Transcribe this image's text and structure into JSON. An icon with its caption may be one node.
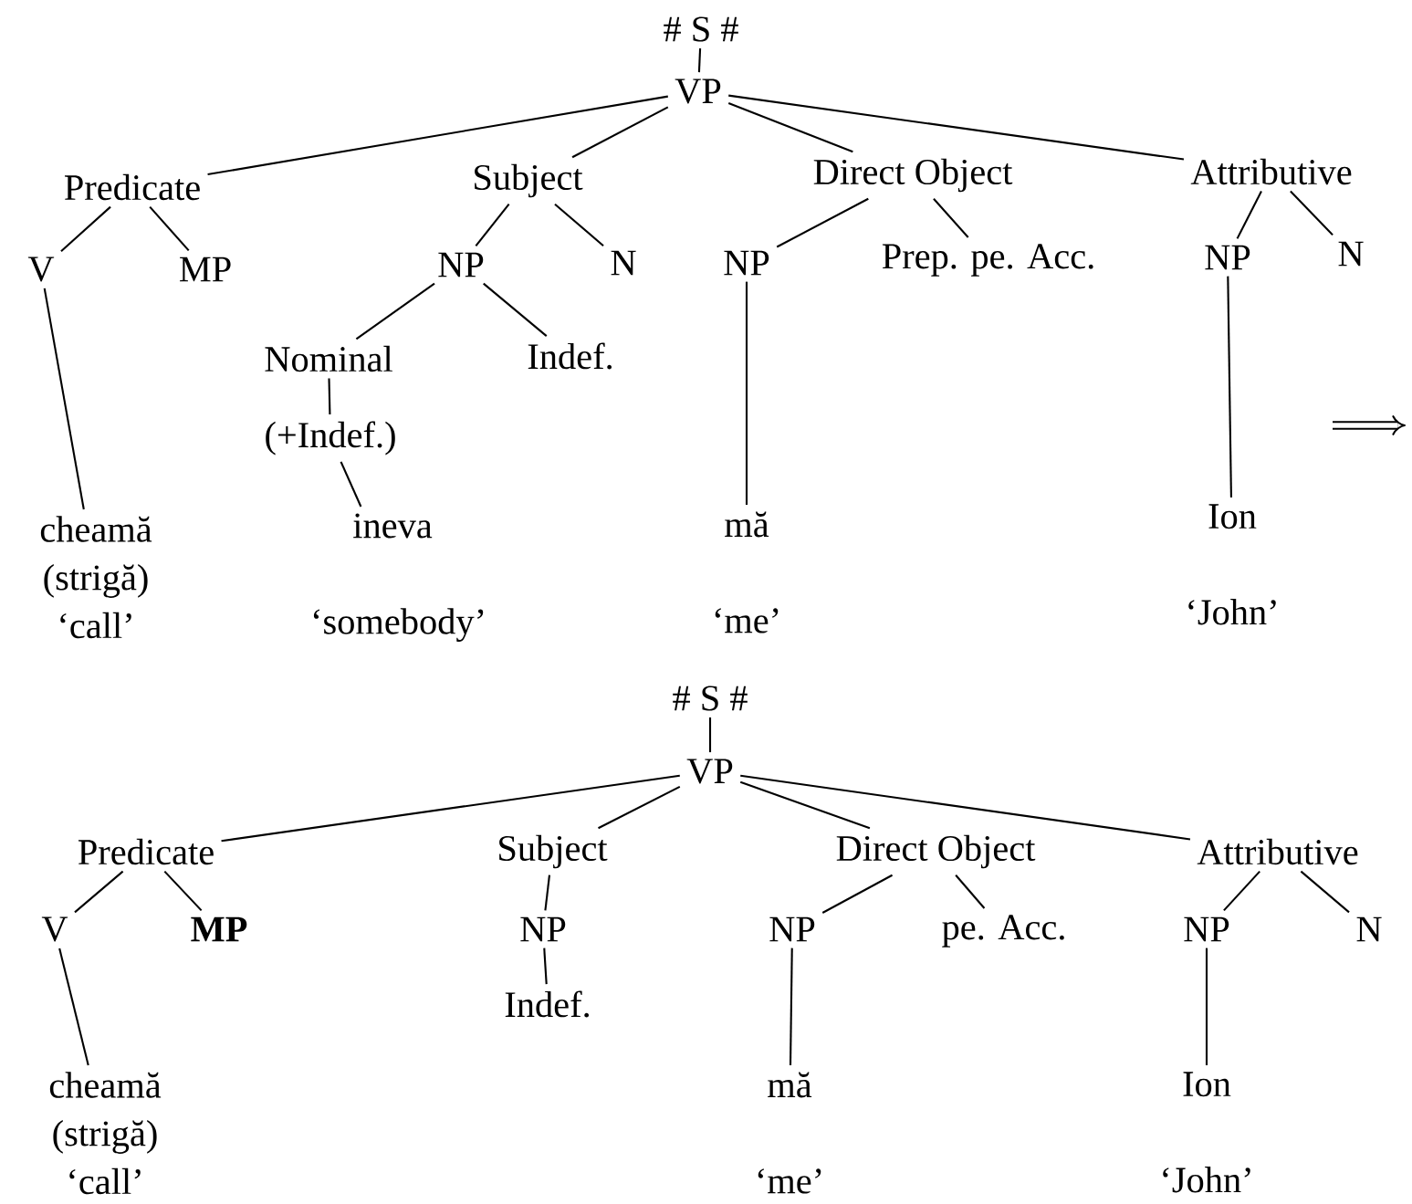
{
  "diagram": {
    "nodes": [
      {
        "text": [
          "# S #"
        ]
      },
      {
        "text": [
          "VP"
        ]
      },
      {
        "text": [
          "Predicate"
        ]
      },
      {
        "text": [
          "Subject"
        ]
      },
      {
        "text": [
          "Direct Object"
        ]
      },
      {
        "text": [
          "Attributive"
        ]
      },
      {
        "text": [
          "V"
        ]
      },
      {
        "text": [
          "MP"
        ]
      },
      {
        "text": [
          "NP"
        ]
      },
      {
        "text": [
          "N"
        ]
      },
      {
        "text": [
          "NP"
        ]
      },
      {
        "text": [
          "Prep. pe. Acc."
        ]
      },
      {
        "text": [
          "NP"
        ]
      },
      {
        "text": [
          "N"
        ]
      },
      {
        "text": [
          "Nominal"
        ]
      },
      {
        "text": [
          "Indef."
        ]
      },
      {
        "text": [
          "(+Indef.)"
        ]
      },
      {
        "text": [
          "cheamă (strigă)",
          "‘call’"
        ]
      },
      {
        "text": [
          "ineva",
          "‘somebody’"
        ]
      },
      {
        "text": [
          "mă",
          "‘me’"
        ]
      },
      {
        "text": [
          "Ion",
          "‘John’"
        ]
      },
      {
        "text": [
          "# S #"
        ]
      },
      {
        "text": [
          "VP"
        ]
      },
      {
        "text": [
          "Predicate"
        ]
      },
      {
        "text": [
          "Subject"
        ]
      },
      {
        "text": [
          "Direct Object"
        ]
      },
      {
        "text": [
          "Attributive"
        ]
      },
      {
        "text": [
          "V"
        ]
      },
      {
        "text": [
          "MP"
        ]
      },
      {
        "text": [
          "NP"
        ]
      },
      {
        "text": [
          "NP"
        ]
      },
      {
        "text": [
          "pe. Acc."
        ]
      },
      {
        "text": [
          "NP"
        ]
      },
      {
        "text": [
          "N"
        ]
      },
      {
        "text": [
          "Indef."
        ]
      },
      {
        "text": [
          "cheamă (strigă)",
          "‘call’"
        ]
      },
      {
        "text": [
          "mă",
          "‘me’"
        ]
      },
      {
        "text": [
          "Ion",
          "‘John’"
        ]
      }
    ],
    "edges": [
      {
        "from": 0,
        "to": 1,
        "arrow": "none"
      },
      {
        "from": 1,
        "to": 2,
        "arrow": "none"
      },
      {
        "from": 1,
        "to": 3,
        "arrow": "none"
      },
      {
        "from": 1,
        "to": 4,
        "arrow": "none"
      },
      {
        "from": 1,
        "to": 5,
        "arrow": "none"
      },
      {
        "from": 2,
        "to": 6,
        "arrow": "none"
      },
      {
        "from": 2,
        "to": 7,
        "arrow": "none"
      },
      {
        "from": 3,
        "to": 8,
        "arrow": "none"
      },
      {
        "from": 3,
        "to": 9,
        "arrow": "none"
      },
      {
        "from": 4,
        "to": 10,
        "arrow": "none"
      },
      {
        "from": 4,
        "to": 11,
        "arrow": "none"
      },
      {
        "from": 5,
        "to": 12,
        "arrow": "none"
      },
      {
        "from": 5,
        "to": 13,
        "arrow": "none"
      },
      {
        "from": 8,
        "to": 14,
        "arrow": "none"
      },
      {
        "from": 8,
        "to": 15,
        "arrow": "none"
      },
      {
        "from": 14,
        "to": 16,
        "arrow": "none"
      },
      {
        "from": 16,
        "to": 18,
        "arrow": "none"
      },
      {
        "from": 6,
        "to": 17,
        "arrow": "none"
      },
      {
        "from": 10,
        "to": 19,
        "arrow": "none"
      },
      {
        "from": 12,
        "to": 20,
        "arrow": "none"
      },
      {
        "from": 21,
        "to": 22,
        "arrow": "none"
      },
      {
        "from": 22,
        "to": 23,
        "arrow": "none"
      },
      {
        "from": 22,
        "to": 24,
        "arrow": "none"
      },
      {
        "from": 22,
        "to": 25,
        "arrow": "none"
      },
      {
        "from": 22,
        "to": 26,
        "arrow": "none"
      },
      {
        "from": 23,
        "to": 27,
        "arrow": "none"
      },
      {
        "from": 23,
        "to": 28,
        "arrow": "none"
      },
      {
        "from": 24,
        "to": 29,
        "arrow": "none"
      },
      {
        "from": 25,
        "to": 30,
        "arrow": "none"
      },
      {
        "from": 25,
        "to": 31,
        "arrow": "none"
      },
      {
        "from": 26,
        "to": 32,
        "arrow": "none"
      },
      {
        "from": 26,
        "to": 33,
        "arrow": "none"
      },
      {
        "from": 29,
        "to": 34,
        "arrow": "none"
      },
      {
        "from": 27,
        "to": 35,
        "arrow": "none"
      },
      {
        "from": 30,
        "to": 36,
        "arrow": "none"
      },
      {
        "from": 32,
        "to": 37,
        "arrow": "none"
      }
    ]
  }
}
